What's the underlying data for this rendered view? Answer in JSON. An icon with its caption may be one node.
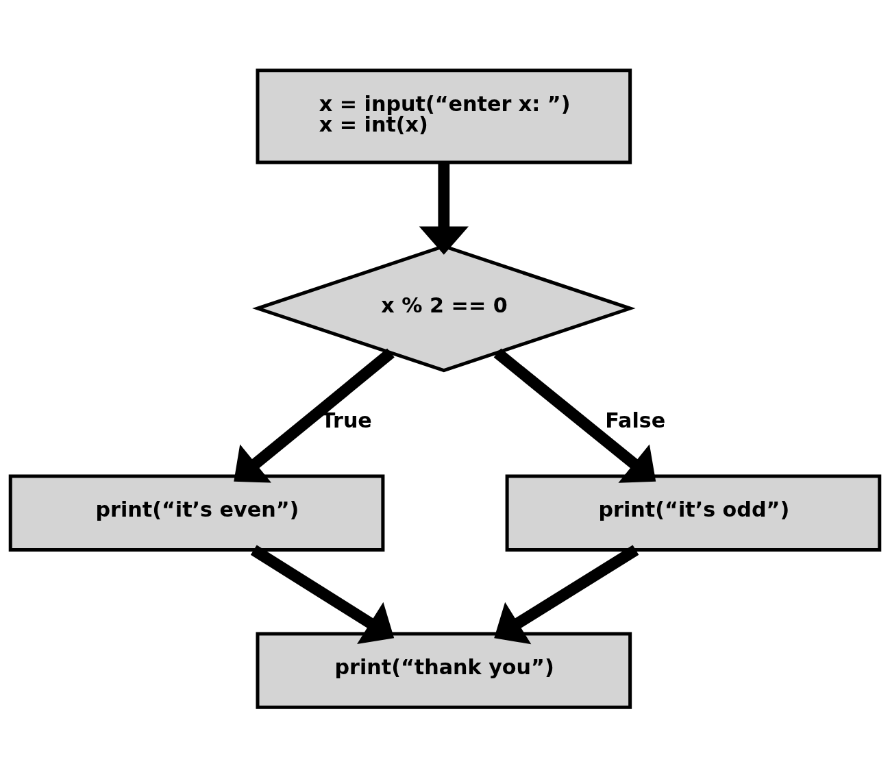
{
  "diagram": {
    "nodes": [
      {
        "text": [
          "x = input(“enter x: ”)",
          "x = int(x)"
        ]
      },
      {
        "text": [
          "x % 2 == 0"
        ]
      },
      {
        "text": [
          "print(“it’s even”)"
        ]
      },
      {
        "text": [
          "print(“it’s odd”)"
        ]
      },
      {
        "text": [
          "print(“thank you”)"
        ]
      }
    ],
    "edges": [
      {
        "from": 0,
        "to": 1,
        "arrow": "to"
      },
      {
        "from": 1,
        "to": 2,
        "arrow": "to",
        "label": "True"
      },
      {
        "from": 1,
        "to": 3,
        "arrow": "to",
        "label": "False"
      },
      {
        "from": 2,
        "to": 4,
        "arrow": "to"
      },
      {
        "from": 3,
        "to": 4,
        "arrow": "to"
      }
    ]
  }
}
